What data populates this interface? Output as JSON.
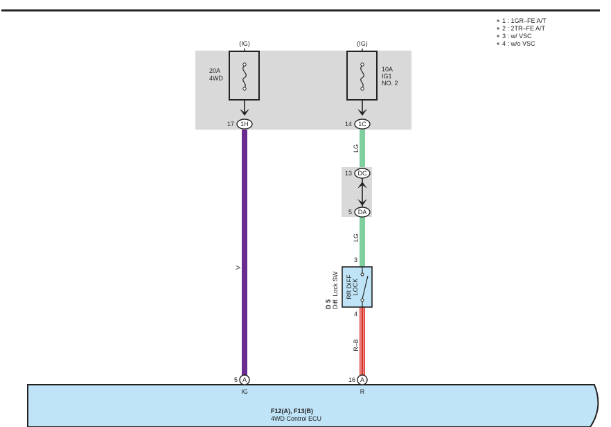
{
  "legend": [
    "1 : 1GR–FE A/T",
    "2 : 2TR–FE A/T",
    "3 : w/ VSC",
    "4 : w/o VSC"
  ],
  "fuses": {
    "left": {
      "supply": "(IG)",
      "rating": "20A",
      "name_lines": [
        "4WD"
      ]
    },
    "right": {
      "supply": "(IG)",
      "rating": "10A",
      "name_lines": [
        "IG1",
        "NO. 2"
      ]
    }
  },
  "connectors": {
    "c1H": {
      "label": "1H",
      "pin": "17"
    },
    "c1C": {
      "label": "1C",
      "pin": "14"
    },
    "cDC": {
      "label": "DC",
      "pin": "13"
    },
    "cDA": {
      "label": "DA",
      "pin": "5"
    },
    "ecuA_left": {
      "label": "A",
      "pin": "5"
    },
    "ecuA_right": {
      "label": "A",
      "pin": "16"
    }
  },
  "wires": {
    "violet": {
      "color_code": "V",
      "hex": "#6a2c91"
    },
    "green_upper": {
      "color_code": "LG",
      "hex": "#7fcf9f"
    },
    "green_lower": {
      "color_code": "LG",
      "hex": "#7fcf9f"
    },
    "red_black": {
      "color_code": "R–B",
      "hex": "#d8352f"
    }
  },
  "switch": {
    "code": "D 5",
    "name": "Diff. Lock SW",
    "inner_lines": [
      "RR DIFF",
      "LOCK"
    ],
    "pin_top": "3",
    "pin_bottom": "4"
  },
  "ecu": {
    "connector_ids": "F12(A), F13(B)",
    "name": "4WD Control ECU",
    "terminal_left": "IG",
    "terminal_right": "R"
  },
  "colors": {
    "gray_block": "#d9d9d9",
    "ecu_fill": "#bfe4f7",
    "switch_fill": "#bfe4f7"
  }
}
